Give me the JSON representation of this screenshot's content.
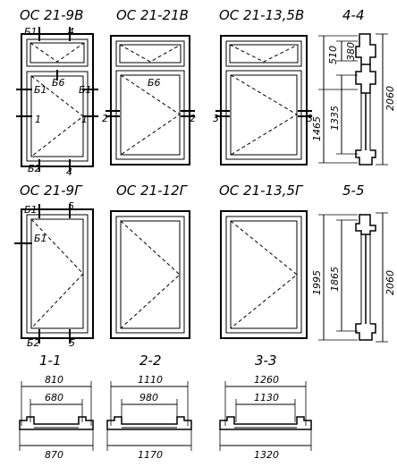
{
  "windows": {
    "w1": {
      "title": "ОС 21-9В"
    },
    "w2": {
      "title": "ОС 21-21В"
    },
    "w3": {
      "title": "ОС 21-13,5В"
    },
    "w4": {
      "title": "ОС 21-9Г"
    },
    "w5": {
      "title": "ОС 21-12Г"
    },
    "w6": {
      "title": "ОС 21-13,5Г"
    }
  },
  "marks": {
    "b1": "Б1",
    "b2": "Б2",
    "b6": "Б6",
    "n1": "1",
    "n2": "2",
    "n3": "3",
    "n4": "4",
    "n5": "5"
  },
  "sections": {
    "s44": {
      "title": "4-4",
      "dims": [
        "510",
        "380",
        "1465",
        "1335",
        "2060"
      ]
    },
    "s55": {
      "title": "5-5",
      "dims": [
        "1995",
        "1865",
        "2060"
      ]
    },
    "s11": {
      "title": "1-1",
      "dims": [
        "810",
        "680",
        "870"
      ]
    },
    "s22": {
      "title": "2-2",
      "dims": [
        "1110",
        "980",
        "1170"
      ]
    },
    "s33": {
      "title": "3-3",
      "dims": [
        "1260",
        "1130",
        "1320"
      ]
    }
  }
}
